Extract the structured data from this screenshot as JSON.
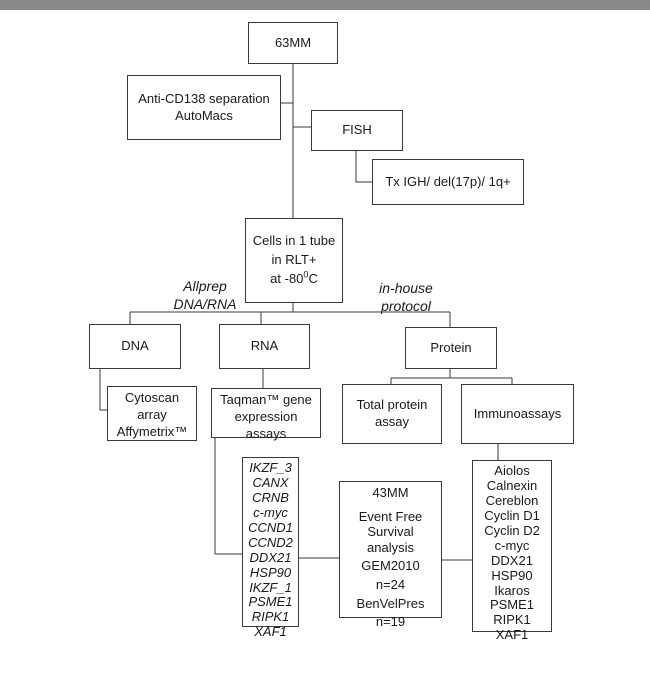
{
  "nodes": {
    "root": "63MM",
    "separation": [
      "Anti-CD138 separation",
      "AutoMacs"
    ],
    "fish": "FISH",
    "fish_result": "Tx IGH/ del(17p)/ 1q+",
    "cells": {
      "line1": "Cells in 1 tube",
      "line2": "in RLT+",
      "line3_pre": "at -80",
      "line3_sup": "0",
      "line3_post": "C"
    },
    "dna": "DNA",
    "rna": "RNA",
    "protein": "Protein",
    "cytoscan": [
      "Cytoscan",
      "array",
      "Affymetrix™"
    ],
    "taqman": [
      "Taqman™ gene",
      "expression",
      "assays"
    ],
    "total_protein": [
      "Total protein",
      "assay"
    ],
    "immunoassays": "Immunoassays",
    "genes": [
      "IKZF_3",
      "CANX",
      "CRNB",
      "c-myc",
      "CCND1",
      "CCND2",
      "DDX21",
      "HSP90",
      "IKZF_1",
      "PSME1",
      "RIPK1",
      "XAF1"
    ],
    "survival": [
      "43MM",
      "Event Free",
      "Survival",
      "analysis",
      "GEM2010",
      "n=24",
      "BenVelPres",
      "n=19"
    ],
    "proteins": [
      "Aiolos",
      "Calnexin",
      "Cereblon",
      "Cyclin D1",
      "Cyclin D2",
      "c-myc",
      "DDX21",
      "HSP90",
      "Ikaros",
      "PSME1",
      "RIPK1",
      "XAF1"
    ]
  },
  "labels": {
    "allprep": [
      "Allprep",
      "DNA/RNA"
    ],
    "inhouse": [
      "in-house",
      "protocol"
    ]
  }
}
